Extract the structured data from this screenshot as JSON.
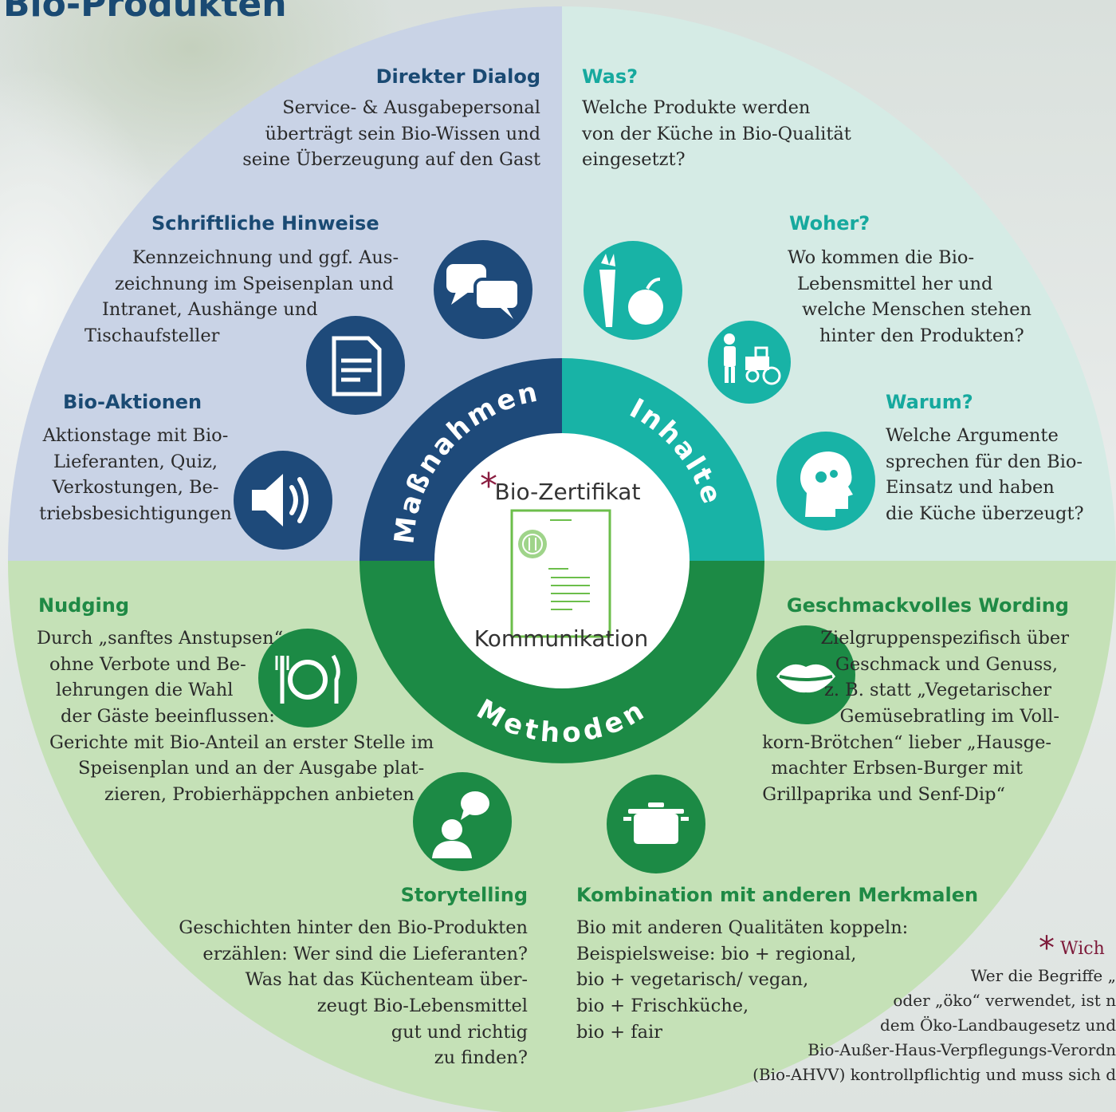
{
  "title": "Bio-Produkten",
  "colors": {
    "massnahmen_sector": "#c9d3e6",
    "inhalte_sector": "#d5ebe5",
    "methoden_sector": "#c5e1b7",
    "massnahmen_ring": "#1e4a7a",
    "inhalte_ring": "#18b3a6",
    "methoden_ring": "#1c8a45",
    "note": "#7d1a3a"
  },
  "center": {
    "top_label": "Bio-Zertifikat",
    "bottom_label": "Kommunikation",
    "icon": "certificate-document-icon"
  },
  "ring": {
    "massnahmen": "Maßnahmen",
    "inhalte": "Inhalte",
    "methoden": "Methoden"
  },
  "massnahmen": {
    "direkter_dialog": {
      "heading": "Direkter Dialog",
      "lines": [
        "Service- & Ausgabepersonal",
        "überträgt sein Bio-Wissen und",
        "seine Überzeugung  auf den Gast"
      ],
      "icon": "speech-bubbles-icon"
    },
    "schriftliche_hinweise": {
      "heading": "Schriftliche Hinweise",
      "lines": [
        "Kennzeichnung und ggf. Aus-",
        "zeichnung im Speisenplan und",
        "Intranet, Aushänge und",
        "Tischaufsteller"
      ],
      "icon": "document-icon"
    },
    "bio_aktionen": {
      "heading": "Bio-Aktionen",
      "lines": [
        "Aktionstage mit Bio-",
        "Lieferanten, Quiz,",
        "Verkostungen, Be-",
        "triebsbesichtigungen"
      ],
      "icon": "speaker-icon"
    }
  },
  "inhalte": {
    "was": {
      "heading": "Was?",
      "lines": [
        "Welche Produkte werden",
        "von der Küche in Bio-Qualität",
        "eingesetzt?"
      ],
      "icon": "carrot-apple-icon"
    },
    "woher": {
      "heading": "Woher?",
      "lines": [
        "Wo kommen die Bio-",
        "Lebensmittel her und",
        "welche Menschen stehen",
        "hinter den Produkten?"
      ],
      "icon": "farmer-tractor-icon"
    },
    "warum": {
      "heading": "Warum?",
      "lines": [
        "Welche Argumente",
        "sprechen für den Bio-",
        "Einsatz und haben",
        "die Küche überzeugt?"
      ],
      "icon": "head-gears-icon"
    }
  },
  "methoden": {
    "nudging": {
      "heading": "Nudging",
      "lines": [
        "Durch „sanftes Anstupsen“",
        "ohne Verbote und Be-",
        "lehrungen die Wahl",
        "der Gäste beeinflussen:",
        "Gerichte mit Bio-Anteil an erster Stelle im",
        "Speisenplan und an der Ausgabe plat-",
        "zieren, Probierhäppchen anbieten"
      ],
      "icon": "plate-cutlery-icon"
    },
    "wording": {
      "heading": "Geschmackvolles Wording",
      "lines": [
        "Zielgruppenspezifisch über",
        "Geschmack und Genuss,",
        "z. B. statt „Vegetarischer",
        "Gemüsebratling im Voll-",
        "korn-Brötchen“ lieber „Hausge-",
        "machter Erbsen-Burger mit",
        "Grillpaprika und Senf-Dip“"
      ],
      "icon": "lips-icon"
    },
    "storytelling": {
      "heading": "Storytelling",
      "lines": [
        "Geschichten hinter den Bio-Produkten",
        "erzählen: Wer sind die Lieferanten?",
        "Was hat das Küchenteam über-",
        "zeugt Bio-Lebensmittel",
        "gut und richtig",
        "zu finden?"
      ],
      "icon": "person-speech-icon"
    },
    "kombination": {
      "heading": "Kombination mit anderen Merkmalen",
      "lines": [
        "Bio mit anderen Qualitäten koppeln:",
        "Beispielsweise: bio + regional,",
        "bio + vegetarisch/ vegan,",
        "bio + Frischküche,",
        "bio + fair"
      ],
      "icon": "cooking-pot-icon"
    }
  },
  "note": {
    "asterisk": "*",
    "heading": "Wich",
    "lines": [
      "Wer die Begriffe „",
      "oder „öko“ verwendet, ist n",
      "dem Öko-Landbaugesetz und",
      "Bio-Außer-Haus-Verpflegungs-Verordn",
      "(Bio-AHVV) kontrollpflichtig und muss sich d"
    ]
  }
}
